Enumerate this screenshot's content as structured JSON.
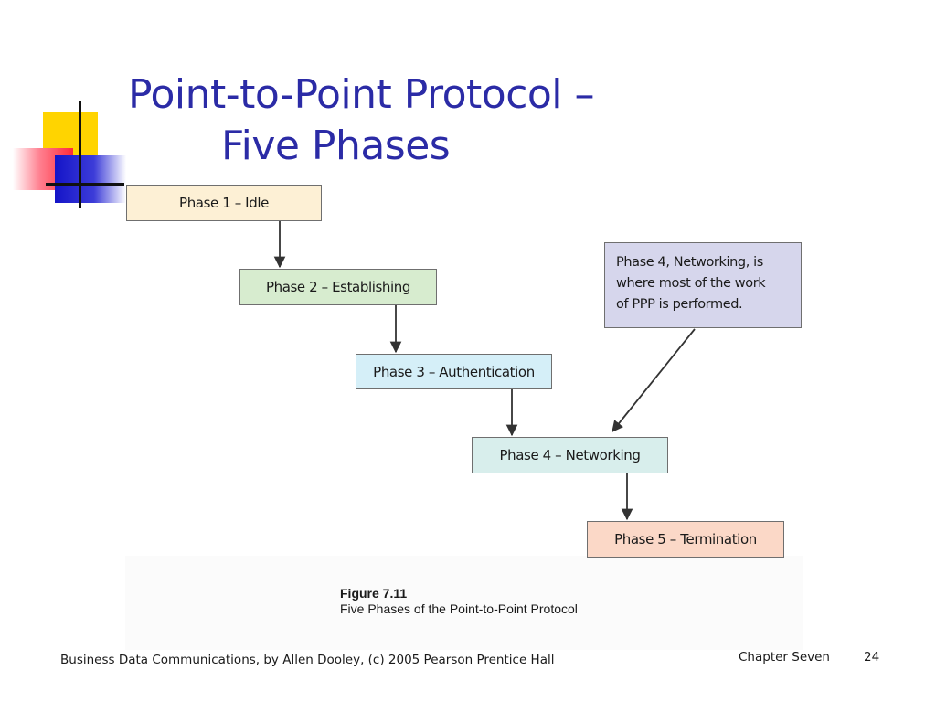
{
  "slide": {
    "title_line1": "Point-to-Point Protocol –",
    "title_line2": "Five Phases"
  },
  "diagram": {
    "phases": [
      "Phase 1 – Idle",
      "Phase 2 – Establishing",
      "Phase 3 – Authentication",
      "Phase 4 – Networking",
      "Phase 5 – Termination"
    ],
    "note_lines": [
      "Phase 4, Networking, is",
      "where most of the work",
      "of PPP is performed."
    ],
    "colors": {
      "phase1": "#fdf0d5",
      "phase2": "#d7eccf",
      "phase3": "#d5eff8",
      "phase4": "#d8eeec",
      "phase5": "#fbd8c7",
      "note": "#d6d6ec"
    }
  },
  "caption": {
    "number": "Figure 7.11",
    "text": "Five Phases of the Point-to-Point Protocol"
  },
  "footer": {
    "source": "Business Data Communications, by Allen Dooley, (c) 2005 Pearson Prentice Hall",
    "chapter": "Chapter Seven",
    "page": "24"
  },
  "theme": {
    "title_color": "#2b2ba6"
  }
}
